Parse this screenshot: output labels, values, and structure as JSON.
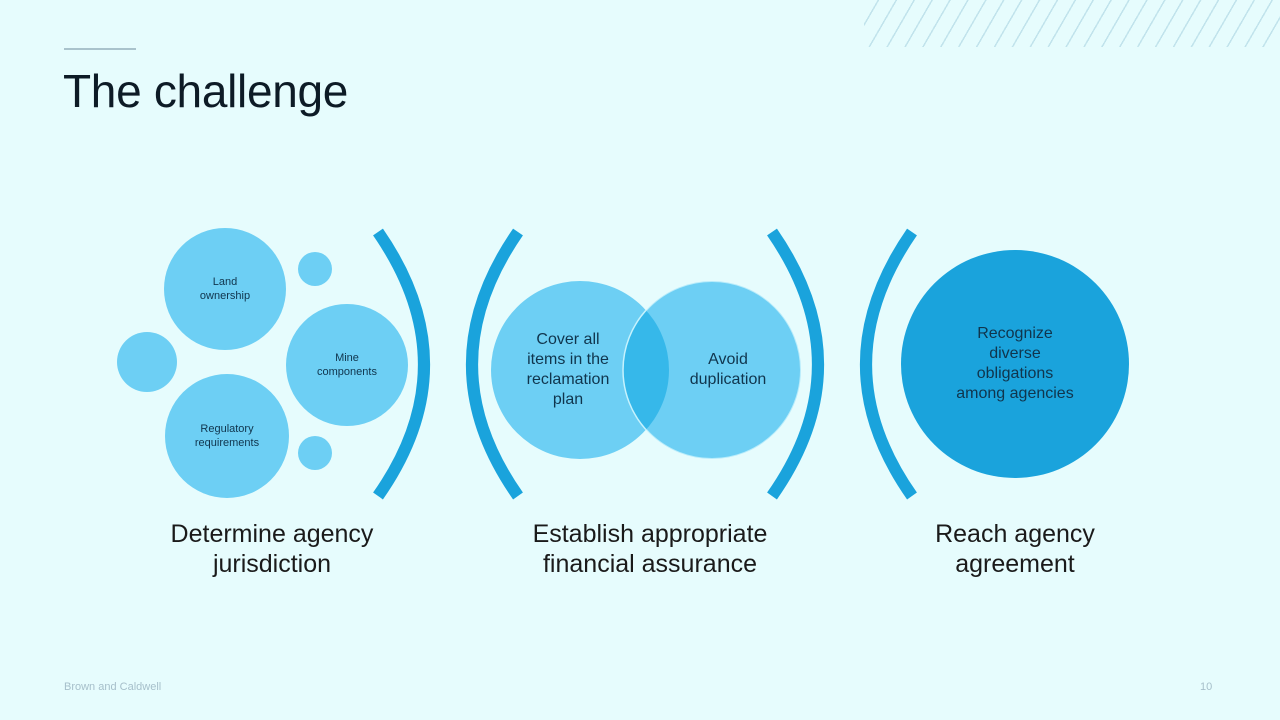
{
  "slide": {
    "title": "The challenge",
    "footer_left": "Brown and Caldwell",
    "page_number": "10"
  },
  "colors": {
    "background": "#e6fcfd",
    "light_circle": "#6dcff4",
    "dark_circle": "#1aa3dc",
    "bracket": "#1aa3dc",
    "title_text": "#0d1b26"
  },
  "groups": [
    {
      "caption_line1": "Determine agency",
      "caption_line2": "jurisdiction",
      "circles": [
        {
          "line1": "Land",
          "line2": "ownership"
        },
        {
          "line1": "Mine",
          "line2": "components"
        },
        {
          "line1": "Regulatory",
          "line2": "requirements"
        }
      ]
    },
    {
      "caption_line1": "Establish appropriate",
      "caption_line2": "financial assurance",
      "circles": [
        {
          "line1": "Cover all",
          "line2": "items in the",
          "line3": "reclamation",
          "line4": "plan"
        },
        {
          "line1": "Avoid",
          "line2": "duplication"
        }
      ]
    },
    {
      "caption_line1": "Reach agency",
      "caption_line2": "agreement",
      "circles": [
        {
          "line1": "Recognize",
          "line2": "diverse",
          "line3": "obligations",
          "line4": "among agencies"
        }
      ]
    }
  ]
}
